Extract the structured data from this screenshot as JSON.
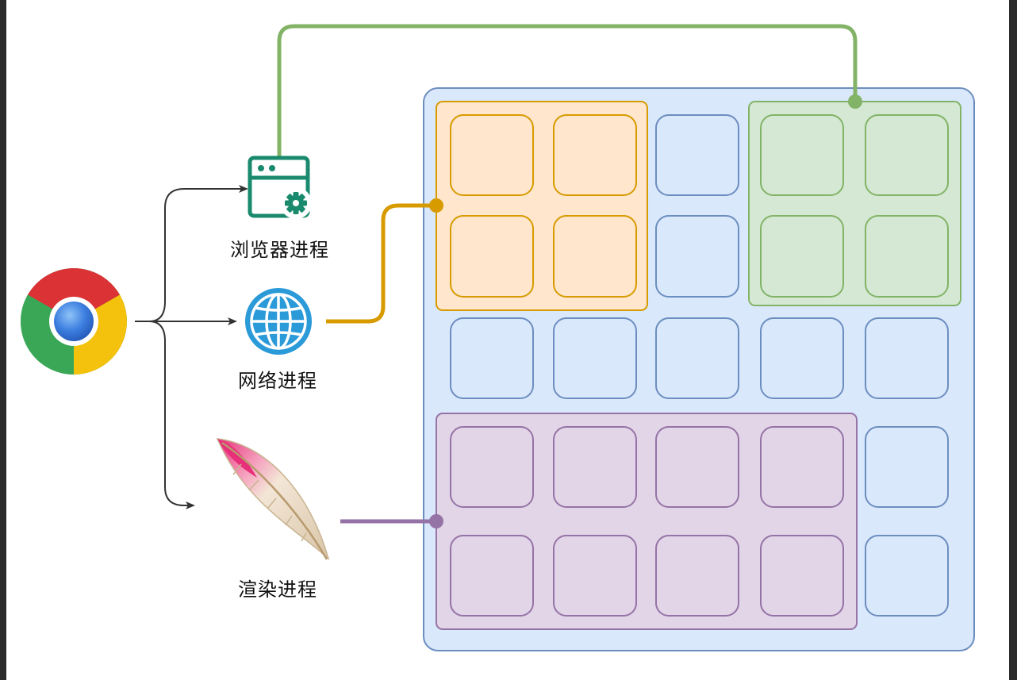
{
  "diagram": {
    "processes": [
      {
        "id": "browser",
        "label": "浏览器进程",
        "icon": "browser-window-gear-icon"
      },
      {
        "id": "network",
        "label": "网络进程",
        "icon": "globe-icon"
      },
      {
        "id": "renderer",
        "label": "渲染进程",
        "icon": "feather-icon"
      }
    ],
    "source_icon": "chrome-logo-icon",
    "colors": {
      "memory_fill": "#dae8fc",
      "memory_stroke": "#6c8ebf",
      "browser_group_fill": "#d5e8d4",
      "browser_group_stroke": "#82b366",
      "network_group_fill": "#ffe6cc",
      "network_group_stroke": "#d79b00",
      "renderer_group_fill": "#e1d5e7",
      "renderer_group_stroke": "#9673a6",
      "browser_icon": "#1a8a6e",
      "network_icon": "#2b9ad8"
    }
  }
}
